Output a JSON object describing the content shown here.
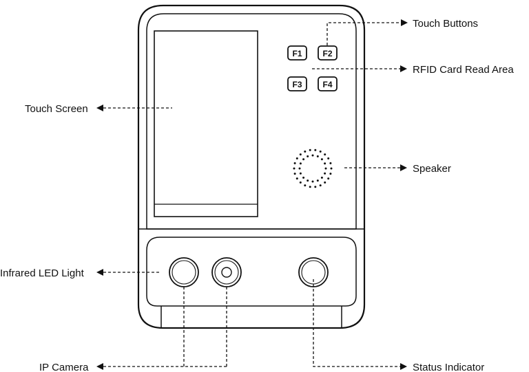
{
  "labels": {
    "touch_buttons": "Touch Buttons",
    "rfid_area": "RFID Card Read Area",
    "touch_screen": "Touch Screen",
    "speaker": "Speaker",
    "infrared_led": "Infrared LED Light",
    "ip_camera": "IP Camera",
    "status_indicator": "Status Indicator"
  },
  "keys": [
    "F1",
    "F2",
    "F3",
    "F4"
  ],
  "colors": {
    "line": "#111111",
    "background": "#ffffff"
  }
}
